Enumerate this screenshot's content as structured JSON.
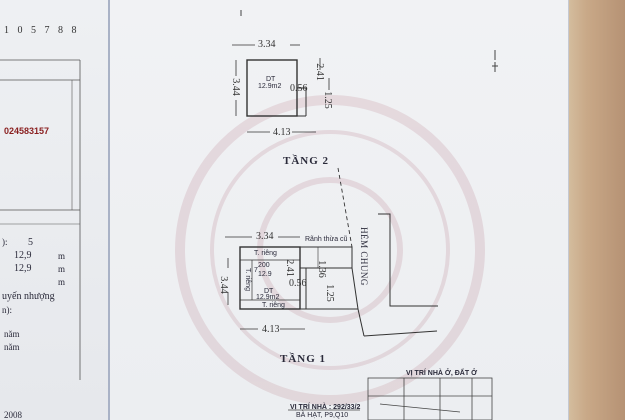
{
  "left_page": {
    "serial_digits": "1 0 5 7 8 8",
    "ref_code": "024583157",
    "field_number": "5",
    "area1_value": "12,9",
    "area1_unit": "m",
    "area2_value": "12,9",
    "area2_unit": "m",
    "area3_unit": "m",
    "transfer_text": "uyến nhượng",
    "line_n": "n):",
    "line_c": "):",
    "year1": "năm",
    "year2": "năm",
    "year3": "2008"
  },
  "floor2": {
    "top_width": "3.34",
    "left_height": "3.44",
    "right_seg_top": "2.41",
    "right_seg_mid": "0.56",
    "right_seg_bottom": "1.25",
    "bottom_width": "4.13",
    "area_label": "DT",
    "area_value": "12.9m2",
    "title": "TẦNG 2"
  },
  "floor1": {
    "top_width": "3.34",
    "left_height": "3.44",
    "right_seg_top": "2.41",
    "right_seg_mid": "0.56",
    "right_seg_bottom": "1.25",
    "right_seg_side": "1.36",
    "bottom_width": "4.13",
    "ditch_label": "Rãnh thừa cũ",
    "private_top": "T. riêng",
    "private_left": "T. riêng",
    "private_bottom": "T. riêng",
    "parcel_number": "7",
    "parcel_sheet": "200",
    "parcel_area": "12.9",
    "area_label": "DT",
    "area_value": "12.9m2",
    "alley_label": "HẺM CHUNG",
    "title": "TẦNG 1"
  },
  "location": {
    "house_location": "VỊ TRÍ NHÀ Ở, ĐẤT Ở",
    "house_position": "VỊ TRÍ NHÀ : 292/33/2",
    "street": "BÀ HẠT, P9,Q10"
  }
}
